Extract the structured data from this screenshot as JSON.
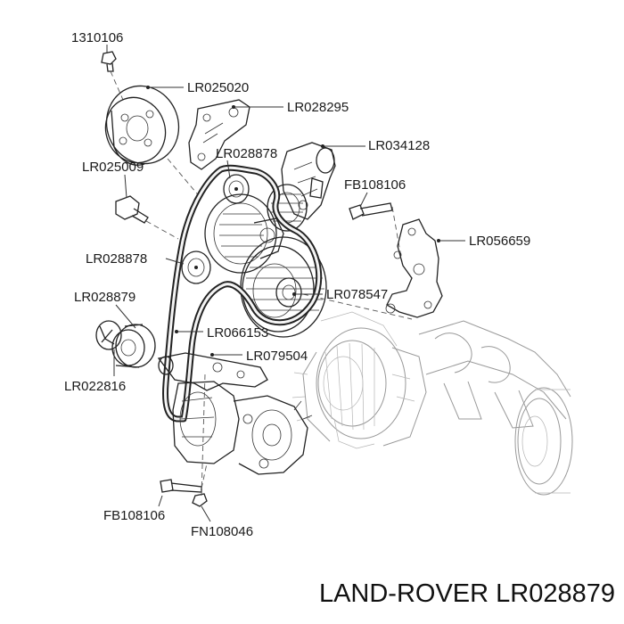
{
  "labels": [
    {
      "id": "1310106",
      "text": "1310106"
    },
    {
      "id": "LR025020",
      "text": "LR025020"
    },
    {
      "id": "LR028295",
      "text": "LR028295"
    },
    {
      "id": "LR034128",
      "text": "LR034128"
    },
    {
      "id": "LR028878a",
      "text": "LR028878"
    },
    {
      "id": "LR025009",
      "text": "LR025009"
    },
    {
      "id": "FB108106a",
      "text": "FB108106"
    },
    {
      "id": "LR056659",
      "text": "LR056659"
    },
    {
      "id": "LR028878b",
      "text": "LR028878"
    },
    {
      "id": "LR078547",
      "text": "LR078547"
    },
    {
      "id": "LR028879",
      "text": "LR028879"
    },
    {
      "id": "LR066153",
      "text": "LR066153"
    },
    {
      "id": "LR079504",
      "text": "LR079504"
    },
    {
      "id": "LR022816",
      "text": "LR022816"
    },
    {
      "id": "FB108106b",
      "text": "FB108106"
    },
    {
      "id": "FN108046",
      "text": "FN108046"
    }
  ],
  "footer": {
    "brand_part": "LAND-ROVER LR028879"
  }
}
